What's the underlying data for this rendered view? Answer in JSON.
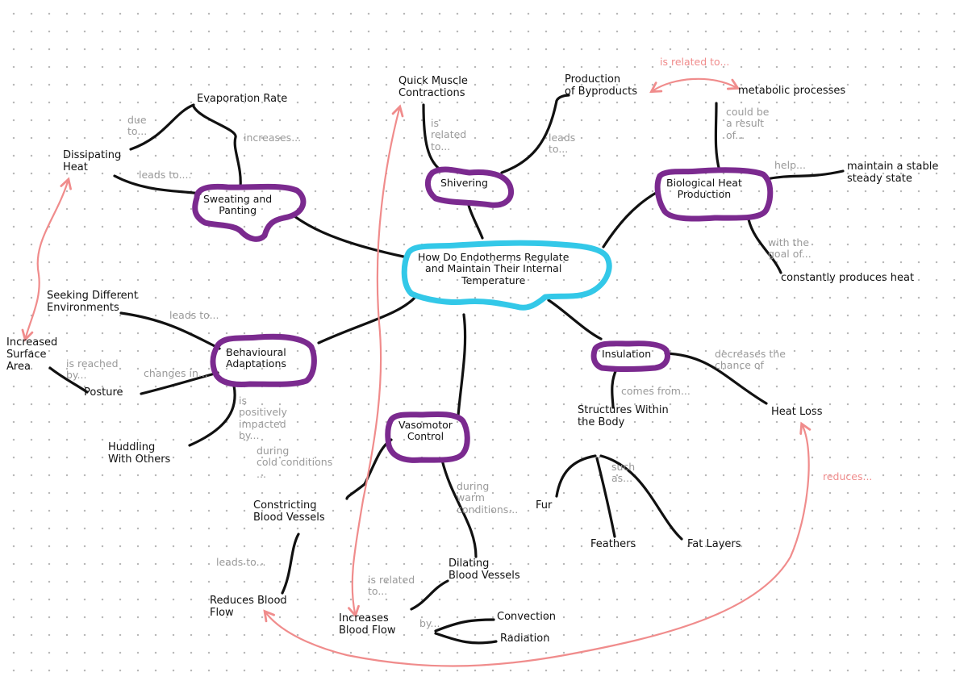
{
  "colors": {
    "ink": "#111111",
    "label": "#9a9a9a",
    "purple": "#7b2a8f",
    "cyan": "#33c8e8",
    "relation": "#f08c8c"
  },
  "center": {
    "text": "How Do Endotherms Regulate\nand Maintain Their Internal\nTemperature"
  },
  "categories": {
    "sweating": "Sweating and\nPanting",
    "shivering": "Shivering",
    "biological": "Biological Heat\nProduction",
    "behavioural": "Behavioural\nAdaptations",
    "insulation": "Insulation",
    "vasomotor": "Vasomotor\nControl"
  },
  "nodes": {
    "evaporation_rate": "Evaporation Rate",
    "dissipating_heat": "Dissipating\nHeat",
    "quick_muscle": "Quick Muscle\nContractions",
    "production_byproducts": "Production\nof Byproducts",
    "metabolic_processes": "metabolic processes",
    "maintain_stable": "maintain a stable\nsteady state",
    "constantly_produces": "constantly produces heat",
    "seeking_environments": "Seeking Different\nEnvironments",
    "increased_surface": "Increased\nSurface\nArea",
    "posture": "Posture",
    "huddling": "Huddling\nWith Others",
    "structures_within": "Structures Within\nthe Body",
    "heat_loss": "Heat Loss",
    "fur": "Fur",
    "feathers": "Feathers",
    "fat_layers": "Fat Layers",
    "constricting": "Constricting\nBlood Vessels",
    "reduces_blood_flow": "Reduces Blood\nFlow",
    "dilating": "Dilating\nBlood Vessels",
    "increases_blood_flow": "Increases\nBlood Flow",
    "convection": "Convection",
    "radiation": "Radiation"
  },
  "labels": {
    "due_to": "due\nto...",
    "increases": "increases...",
    "leads_to_dissipating": "leads to....",
    "is_related_to_shiver": "is\nrelated\nto...",
    "leads_to_byproducts": "leads\nto...",
    "could_be_result": "could be\na result\nof...",
    "helps": "help...",
    "with_the_goal": "with the\ngoal of...",
    "leads_to_seeking": "leads to...",
    "is_reached_by": "is reached\nby...",
    "changes_in": "changes in...",
    "positively_impacted": "is\npositively\nimpacted\nby...",
    "decreases_chance": "decreases the\nchance of",
    "comes_from": "comes from...",
    "such_as": "such\nas...",
    "during_cold": "during\ncold conditions\n...",
    "during_warm": "during\nwarm\nconditions...",
    "leads_to_reduces": "leads to...",
    "is_related_to_increases": "is related\nto...",
    "by": "by..."
  },
  "relations": {
    "is_related_to_top": "is related to...",
    "reduces": "reduces..."
  }
}
